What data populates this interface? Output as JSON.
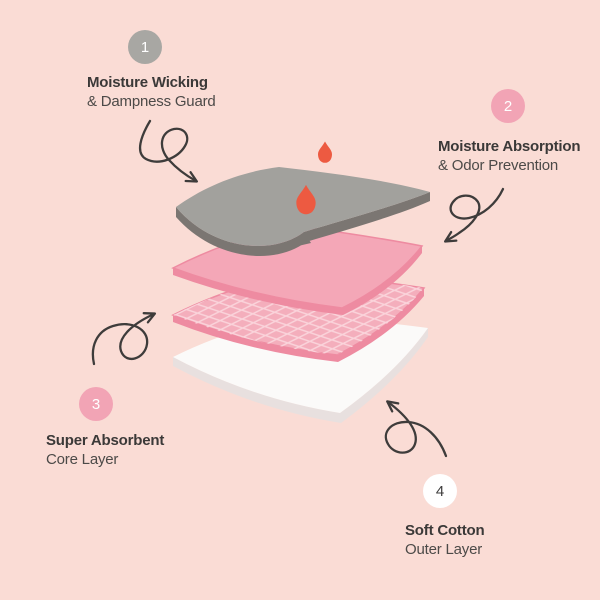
{
  "colors": {
    "background": "#fadcd5",
    "arrow": "#3e3c3b",
    "droplet": "#ed5a41",
    "gray_top": "#a2a19d",
    "gray_side": "#7b7672",
    "pink_top": "#f4a7b7",
    "pink_edge": "#ee8ba1",
    "mesh_base": "#f4aebc",
    "mesh_lines": "#fad4db",
    "mesh_edge": "#ee8ba1",
    "white_top": "#fbfaf9",
    "white_side": "#e8e0df",
    "text_title": "#3b3938",
    "text_subtitle": "#4c4a48"
  },
  "callouts": [
    {
      "number": "1",
      "title": "Moisture Wicking",
      "subtitle": "& Dampness Guard",
      "badge_bg": "#a8a7a3",
      "badge_fg": "#ffffff"
    },
    {
      "number": "2",
      "title": "Moisture Absorption",
      "subtitle": "& Odor Prevention",
      "badge_bg": "#f2a4b5",
      "badge_fg": "#ffffff"
    },
    {
      "number": "3",
      "title": "Super Absorbent",
      "subtitle": "Core Layer",
      "badge_bg": "#f2a4b5",
      "badge_fg": "#ffffff"
    },
    {
      "number": "4",
      "title": "Soft Cotton",
      "subtitle": "Outer Layer",
      "badge_bg": "#ffffff",
      "badge_fg": "#3d3c3c"
    }
  ]
}
